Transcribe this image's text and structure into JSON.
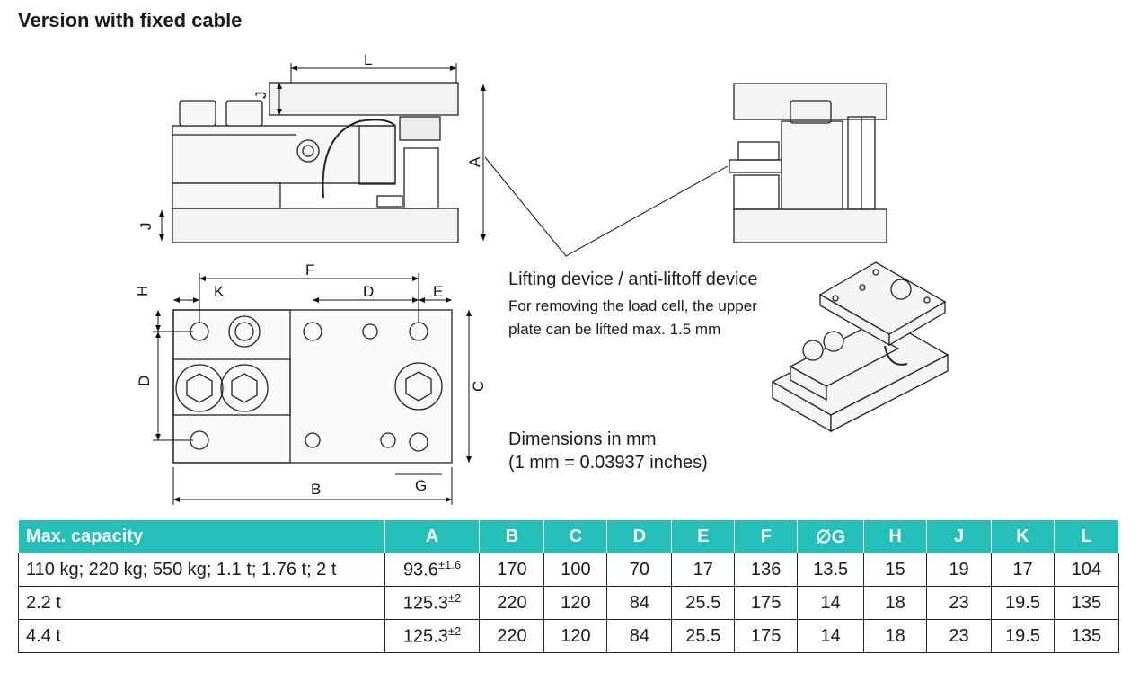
{
  "heading": "Version with fixed cable",
  "dim_labels": {
    "L": "L",
    "J_top": "J",
    "A": "A",
    "J_bottom": "J",
    "F": "F",
    "H": "H",
    "K": "K",
    "D_top": "D",
    "E": "E",
    "D_side": "D",
    "C": "C",
    "B": "B",
    "G": "G"
  },
  "lifting": {
    "title": "Lifting device / anti-liftoff device",
    "line1": "For removing the load cell, the upper",
    "line2": "plate can be lifted max. 1.5 mm"
  },
  "dimensions_note": {
    "line1": "Dimensions in mm",
    "line2": "(1 mm = 0.03937 inches)"
  },
  "table": {
    "headers": [
      "Max. capacity",
      "A",
      "B",
      "C",
      "D",
      "E",
      "F",
      "∅G",
      "H",
      "J",
      "K",
      "L"
    ],
    "rows": [
      {
        "capacity": "110 kg; 220 kg; 550 kg; 1.1 t; 1.76 t; 2 t",
        "A": "93.6",
        "A_tol": "±1.6",
        "B": "170",
        "C": "100",
        "D": "70",
        "E": "17",
        "F": "136",
        "G": "13.5",
        "H": "15",
        "J": "19",
        "K": "17",
        "L": "104"
      },
      {
        "capacity": "2.2 t",
        "A": "125.3",
        "A_tol": "±2",
        "B": "220",
        "C": "120",
        "D": "84",
        "E": "25.5",
        "F": "175",
        "G": "14",
        "H": "18",
        "J": "23",
        "K": "19.5",
        "L": "135"
      },
      {
        "capacity": "4.4 t",
        "A": "125.3",
        "A_tol": "±2",
        "B": "220",
        "C": "120",
        "D": "84",
        "E": "25.5",
        "F": "175",
        "G": "14",
        "H": "18",
        "J": "23",
        "K": "19.5",
        "L": "135"
      }
    ]
  }
}
